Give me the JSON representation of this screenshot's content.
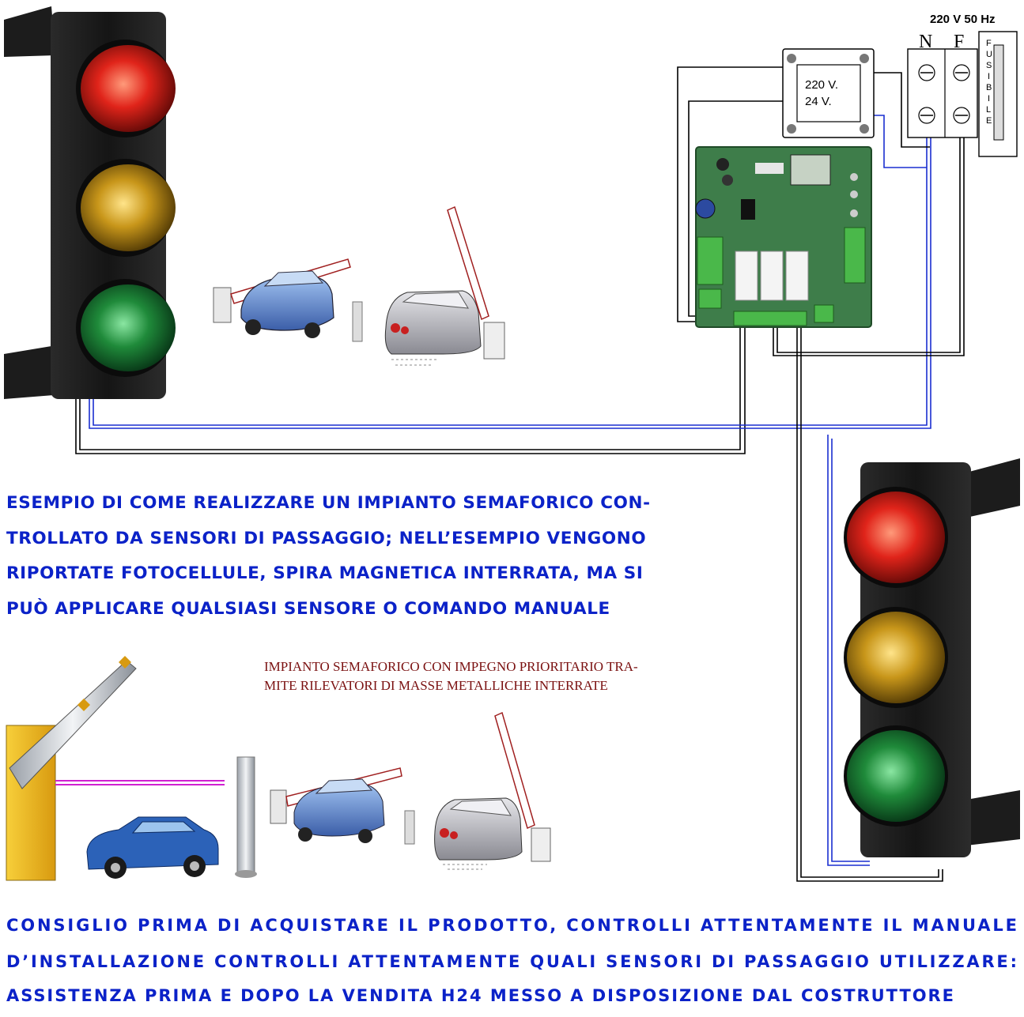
{
  "power_supply": {
    "label": "220 V 50 Hz",
    "neutral": "N",
    "phase": "F"
  },
  "fuse": {
    "letters": [
      "F",
      "U",
      "S",
      "I",
      "B",
      "I",
      "L",
      "E"
    ]
  },
  "transformer": {
    "line1": "220 V.",
    "line2": "24 V."
  },
  "description": {
    "lines": [
      "ESEMPIO DI COME REALIZZARE UN IMPIANTO SEMAFORICO CON-",
      "TROLLATO DA SENSORI DI PASSAGGIO; NELL’ESEMPIO VENGONO",
      "RIPORTATE FOTOCELLULE, SPIRA MAGNETICA INTERRATA, MA SI",
      "PUÒ APPLICARE QUALSIASI SENSORE O COMANDO MANUALE"
    ]
  },
  "caption": {
    "lines": [
      "IMPIANTO SEMAFORICO CON IMPEGNO PRIORITARIO TRA-",
      "MITE RILEVATORI DI MASSE METALLICHE INTERRATE"
    ]
  },
  "advice": {
    "lines": [
      "CONSIGLIO PRIMA DI ACQUISTARE IL PRODOTTO, CONTROLLI ATTENTAMENTE IL MANUALE",
      "D’INSTALLAZIONE CONTROLLI ATTENTAMENTE QUALI SENSORI DI PASSAGGIO UTILIZZARE:",
      "ASSISTENZA PRIMA E DOPO LA VENDITA H24 MESSO A DISPOSIZIONE DAL COSTRUTTORE"
    ]
  },
  "colors": {
    "text_blue": "#0b22c8",
    "caption_red": "#7a1010",
    "wire_blue": "#1a2fd0",
    "pcb_green": "#3e7d4a",
    "lamp_red": "#d41c14",
    "lamp_amber": "#c89a1a",
    "lamp_green": "#1f8a3a",
    "beam_magenta": "#d020d0"
  }
}
